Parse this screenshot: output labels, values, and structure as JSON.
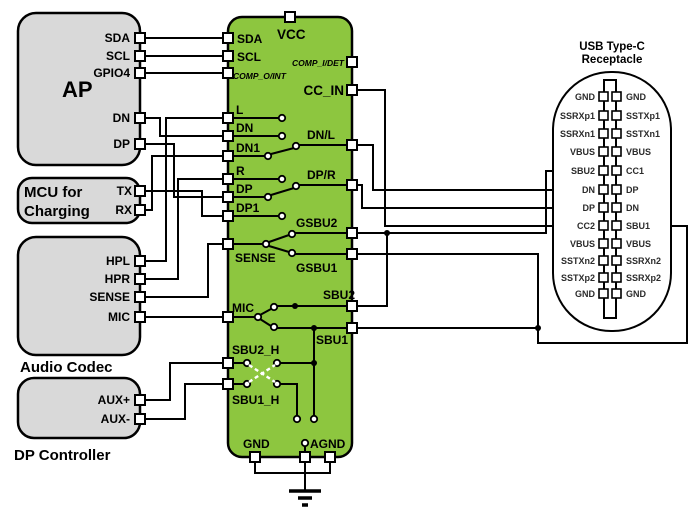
{
  "ap": {
    "title": "AP",
    "pins": [
      "SDA",
      "SCL",
      "GPIO4",
      "DN",
      "DP"
    ]
  },
  "mcu": {
    "title1": "MCU for",
    "title2": "Charging",
    "pins": [
      "TX",
      "RX"
    ]
  },
  "audio": {
    "title": "Audio Codec",
    "pins": [
      "HPL",
      "HPR",
      "SENSE",
      "MIC"
    ]
  },
  "dpc": {
    "title": "DP Controller",
    "pins": [
      "AUX+",
      "AUX-"
    ]
  },
  "ic": {
    "vcc": "VCC",
    "left": [
      "SDA",
      "SCL",
      "COMP_O/INT",
      "L",
      "DN",
      "DN1",
      "R",
      "DP",
      "DP1",
      "SENSE",
      "MIC",
      "SBU2_H",
      "SBU1_H"
    ],
    "right": [
      "COMP_I/DET",
      "CC_IN",
      "DN/L",
      "DP/R",
      "GSBU2",
      "GSBU1",
      "SBU2",
      "SBU1"
    ],
    "gnd": "GND",
    "agnd": "AGND"
  },
  "receptacle": {
    "title1": "USB Type-C",
    "title2": "Receptacle",
    "left": [
      "GND",
      "SSRXp1",
      "SSRXn1",
      "VBUS",
      "SBU2",
      "DN",
      "DP",
      "CC2",
      "VBUS",
      "SSTXn2",
      "SSTXp2",
      "GND"
    ],
    "right": [
      "GND",
      "SSTXp1",
      "SSTXn1",
      "VBUS",
      "CC1",
      "DP",
      "DN",
      "SBU1",
      "VBUS",
      "SSRXn2",
      "SSRXp2",
      "GND"
    ]
  },
  "colors": {
    "ic_fill": "#8DC63F",
    "block_fill": "#D9D9D9",
    "stroke": "#000000",
    "receptacle_text": "#2B2B2B"
  }
}
